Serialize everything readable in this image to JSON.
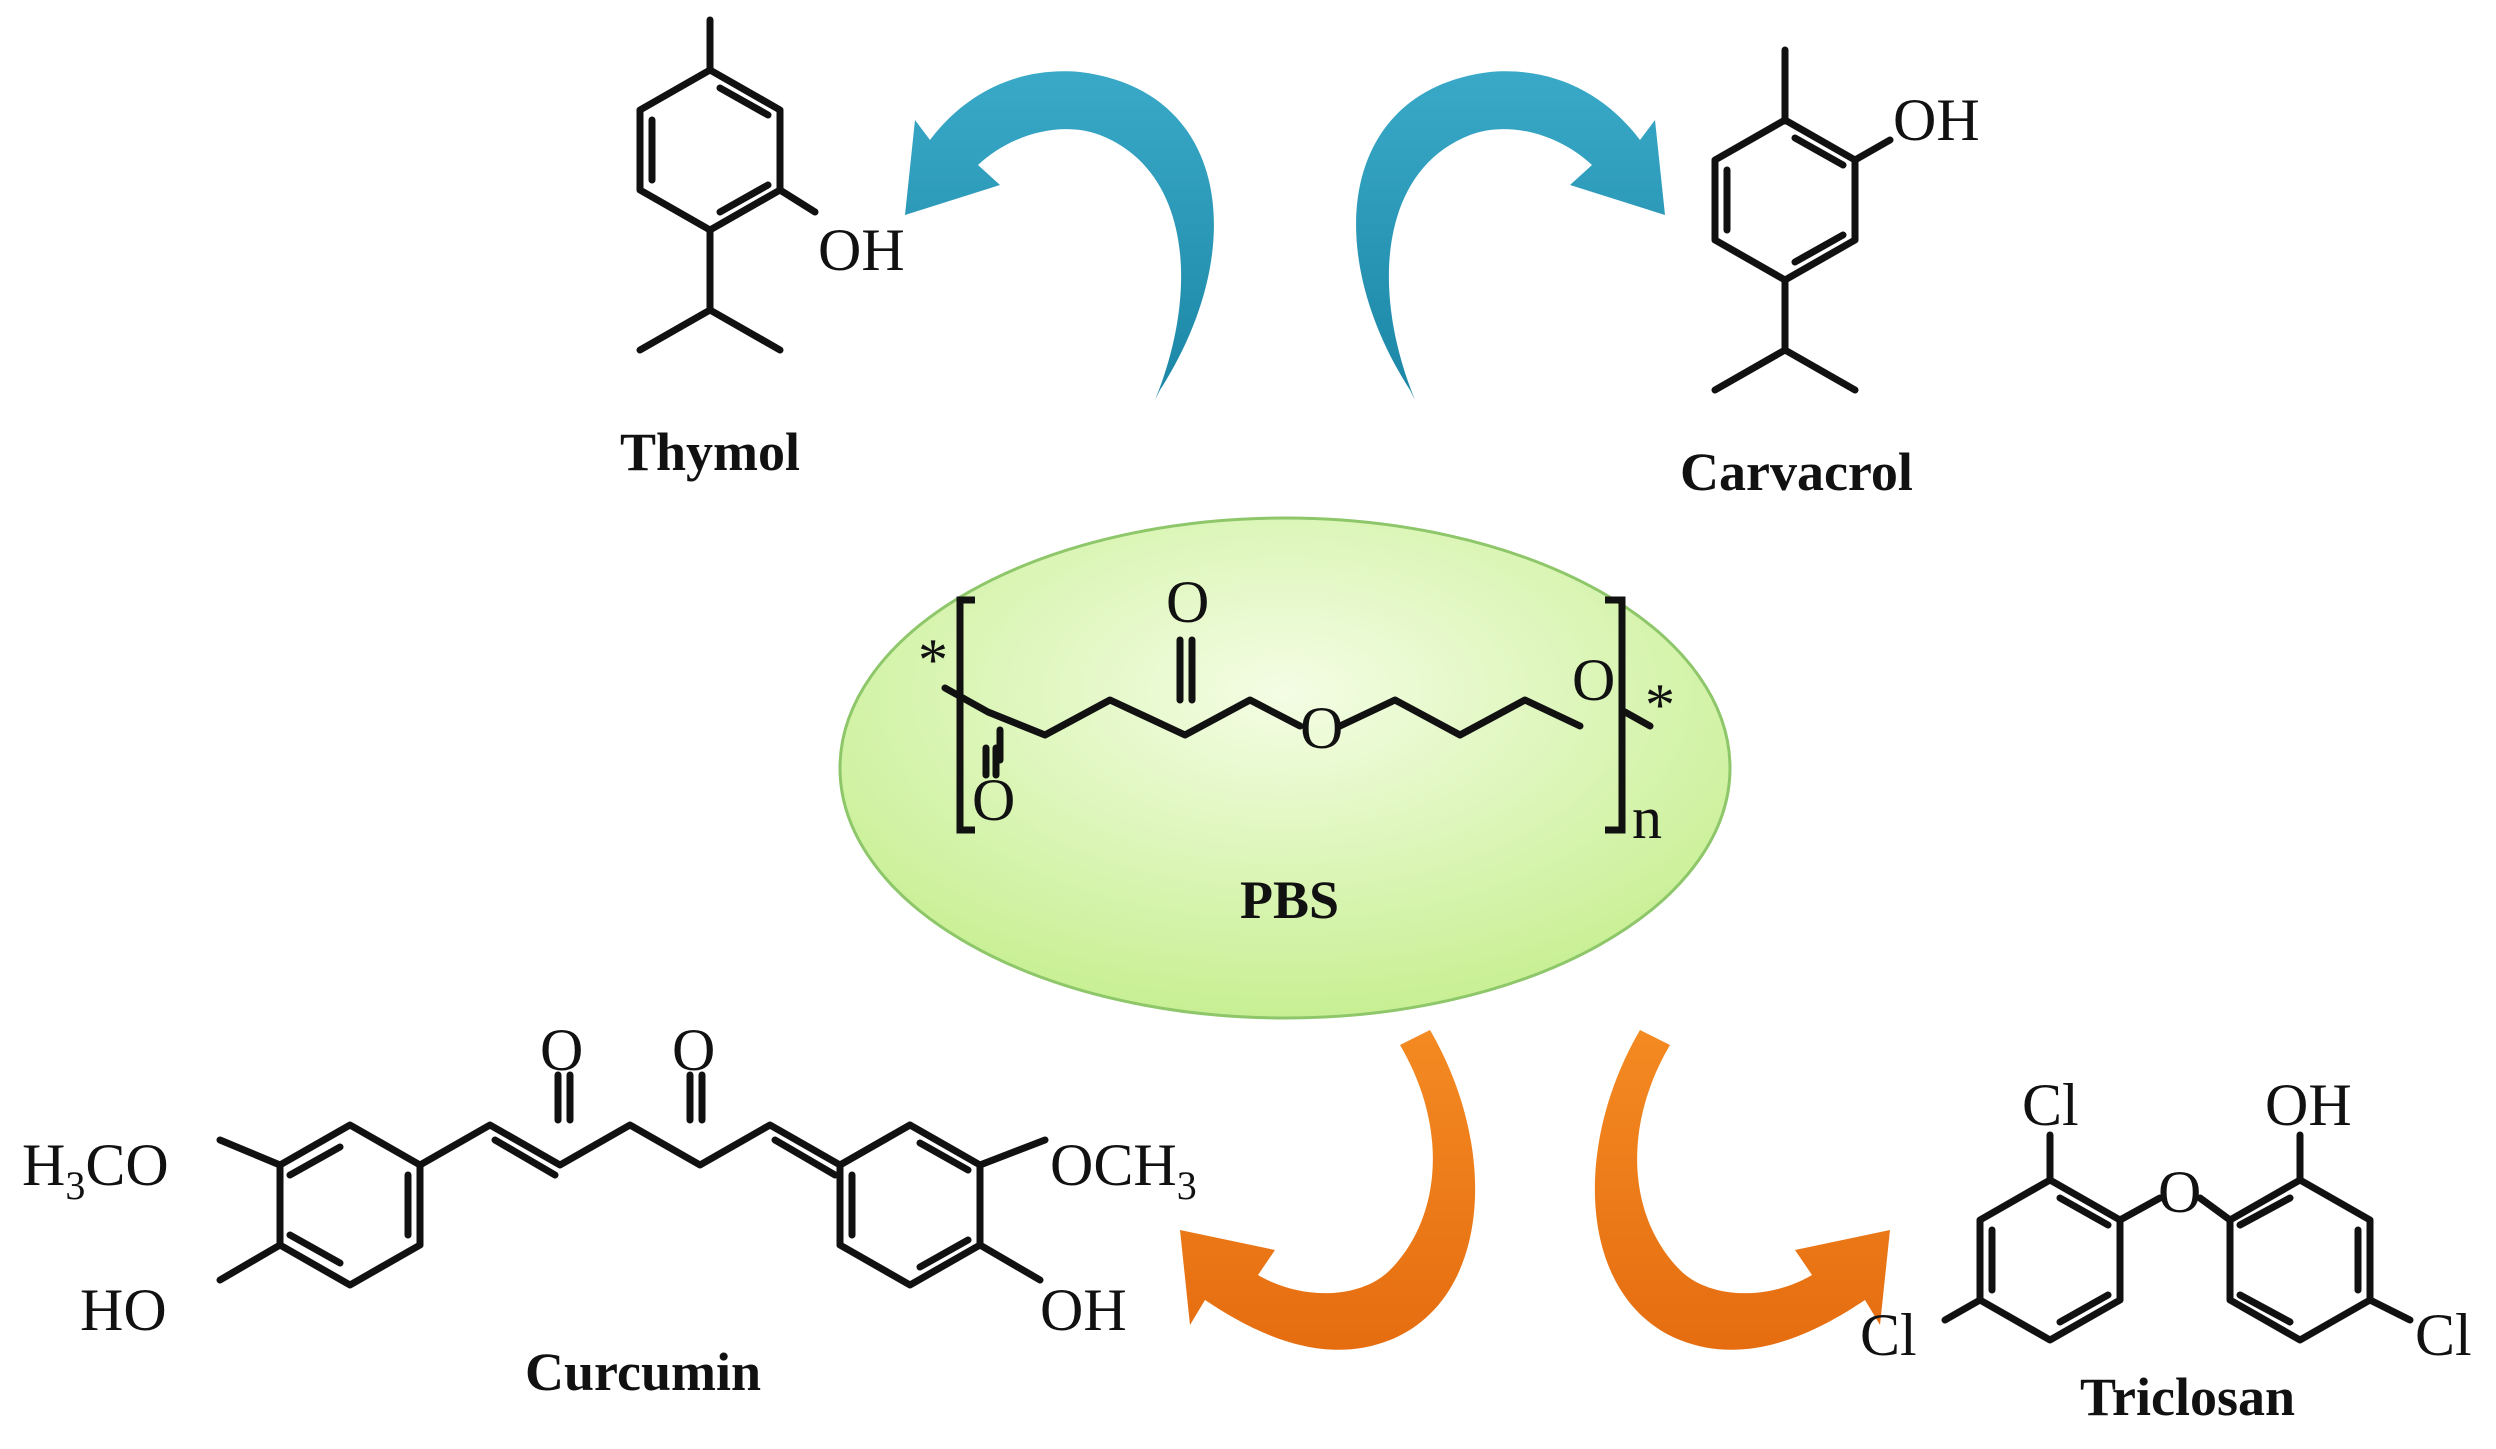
{
  "molecules": {
    "thymol": {
      "name": "Thymol",
      "oh": "OH"
    },
    "carvacrol": {
      "name": "Carvacrol",
      "oh": "OH"
    },
    "pbs": {
      "name": "PBS",
      "o_top": "O",
      "o_bottom": "O",
      "o_ester": "O",
      "o_end": "O",
      "star_left": "*",
      "star_right": "*",
      "repeat": "n"
    },
    "curcumin": {
      "name": "Curcumin",
      "h3co": "H",
      "h3co_sub": "3",
      "h3co_rest": "CO",
      "och3": "OCH",
      "och3_sub": "3",
      "ho": "HO",
      "oh": "OH",
      "o1": "O",
      "o2": "O"
    },
    "triclosan": {
      "name": "Triclosan",
      "cl1": "Cl",
      "cl2": "Cl",
      "cl3": "Cl",
      "oh": "OH",
      "o": "O"
    }
  },
  "colors": {
    "teal_arrow": "#2696b5",
    "orange_arrow": "#f07e1a",
    "ellipse_fill": "#d2f2a4",
    "ellipse_stroke": "#8ec66a"
  }
}
